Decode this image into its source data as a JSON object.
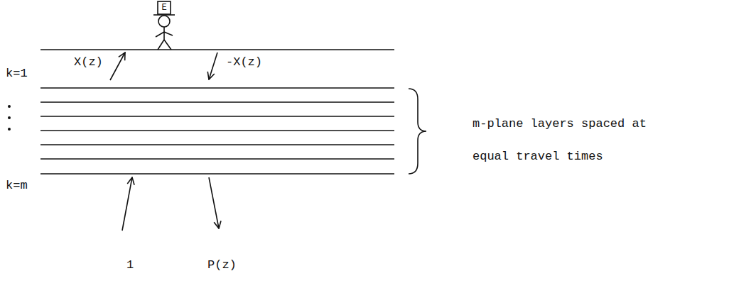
{
  "diagram": {
    "labels": [
      "E",
      "X(z)",
      "-X(z)",
      "k=1",
      "k=m",
      "m-plane layers spaced at equal travel times",
      "1",
      "P(z)"
    ]
  }
}
